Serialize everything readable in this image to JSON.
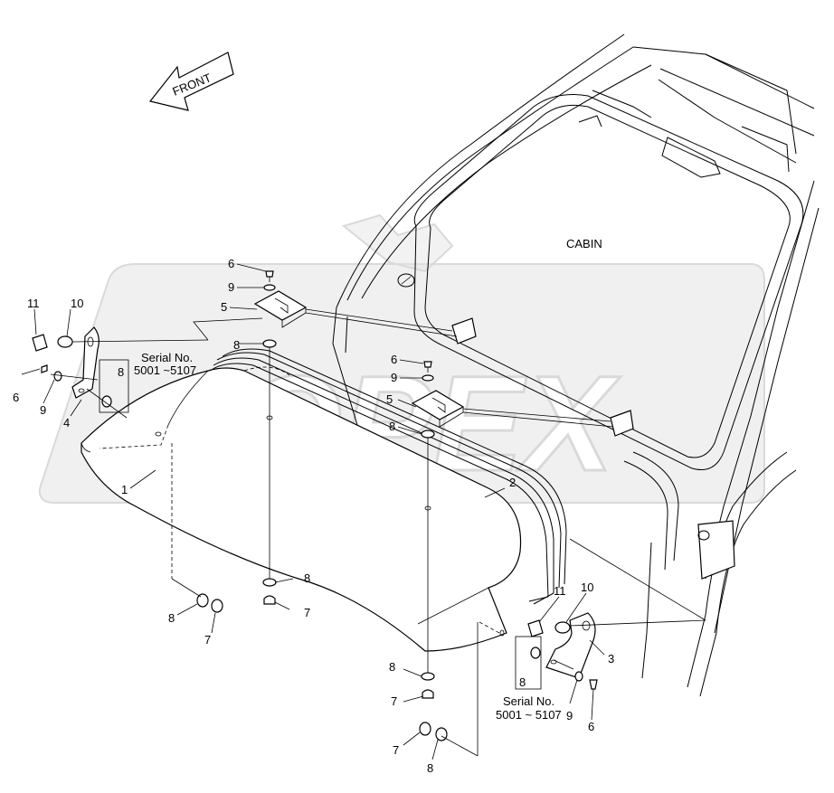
{
  "front_label": "FRONT",
  "cabin_label": "CABIN",
  "watermark_text": "OPEX",
  "serial_left": {
    "line1": "Serial No.",
    "line2": "5001 ~5107"
  },
  "serial_right": {
    "line1": "Serial No.",
    "line2": "5001 ~ 5107"
  },
  "callouts": {
    "c1": "1",
    "c2": "2",
    "c3": "3",
    "c4": "4",
    "c5a": "5",
    "c5b": "5",
    "c6a": "6",
    "c6b": "6",
    "c6c": "6",
    "c6d": "6",
    "c7a": "7",
    "c7b": "7",
    "c7c": "7",
    "c7d": "7",
    "c8a": "8",
    "c8b": "8",
    "c8c": "8",
    "c8d": "8",
    "c8e": "8",
    "c8f": "8",
    "c8g": "8",
    "c8h": "8",
    "c9a": "9",
    "c9b": "9",
    "c9c": "9",
    "c9d": "9",
    "c10a": "10",
    "c10b": "10",
    "c11a": "11",
    "c11b": "11"
  },
  "colors": {
    "line": "#000000",
    "watermark": "#e6e6e6",
    "background": "#ffffff"
  }
}
